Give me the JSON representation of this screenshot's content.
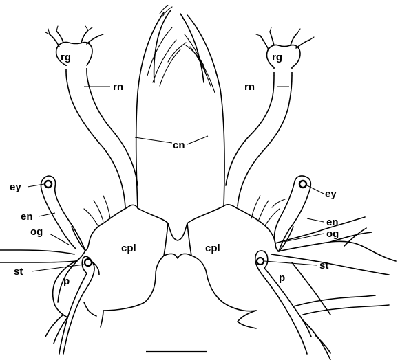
{
  "labels": {
    "rg_left": "rg",
    "rg_right": "rg",
    "rn_left": "rn",
    "rn_right": "rn",
    "cn": "cn",
    "ey_left": "ey",
    "ey_right": "ey",
    "en_left": "en",
    "en_right": "en",
    "og_left": "og",
    "og_right": "og",
    "st_left": "st",
    "st_right": "st",
    "p_left": "p",
    "p_right": "p",
    "cpl_left": "cpl",
    "cpl_right": "cpl"
  }
}
